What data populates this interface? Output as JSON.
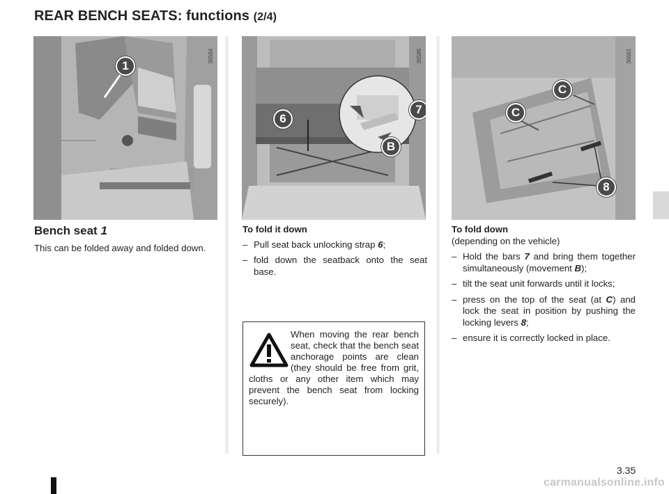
{
  "page": {
    "title": "REAR BENCH SEATS: functions",
    "title_suffix": "(2/4)",
    "page_number": "3.35",
    "watermark": "carmanualsonline.info"
  },
  "figures": [
    {
      "ref": "36584",
      "callouts": [
        "1"
      ]
    },
    {
      "ref": "36586",
      "callouts": [
        "6",
        "7",
        "B"
      ]
    },
    {
      "ref": "36661",
      "callouts": [
        "C",
        "C",
        "8"
      ]
    }
  ],
  "col1": {
    "heading": "Bench seat",
    "heading_num": "1",
    "body": "This can be folded away and folded down."
  },
  "col2": {
    "heading": "To fold it down",
    "items": [
      {
        "text": "Pull seat back unlocking strap ",
        "ref": "6",
        "tail": ";"
      },
      {
        "text": "fold down the seatback onto the seat base.",
        "ref": "",
        "tail": ""
      }
    ],
    "warning": "When moving the rear bench seat, check that the bench seat anchorage points are clean (they should be free from grit, cloths or any other item which may prevent the bench seat from locking securely)."
  },
  "col3": {
    "heading": "To fold down",
    "subheading": "(depending on the vehicle)",
    "items": [
      {
        "a": "Hold the bars ",
        "r1": "7",
        "b": " and bring them together simultaneously (movement ",
        "r2": "B",
        "c": ");"
      },
      {
        "a": "tilt the seat unit forwards until it locks;",
        "r1": "",
        "b": "",
        "r2": "",
        "c": ""
      },
      {
        "a": "press on the top of the seat (at ",
        "r1": "C",
        "b": ") and lock the seat in position by pushing the locking levers ",
        "r2": "8",
        "c": ";"
      },
      {
        "a": "ensure it is correctly locked in place.",
        "r1": "",
        "b": "",
        "r2": "",
        "c": ""
      }
    ]
  }
}
